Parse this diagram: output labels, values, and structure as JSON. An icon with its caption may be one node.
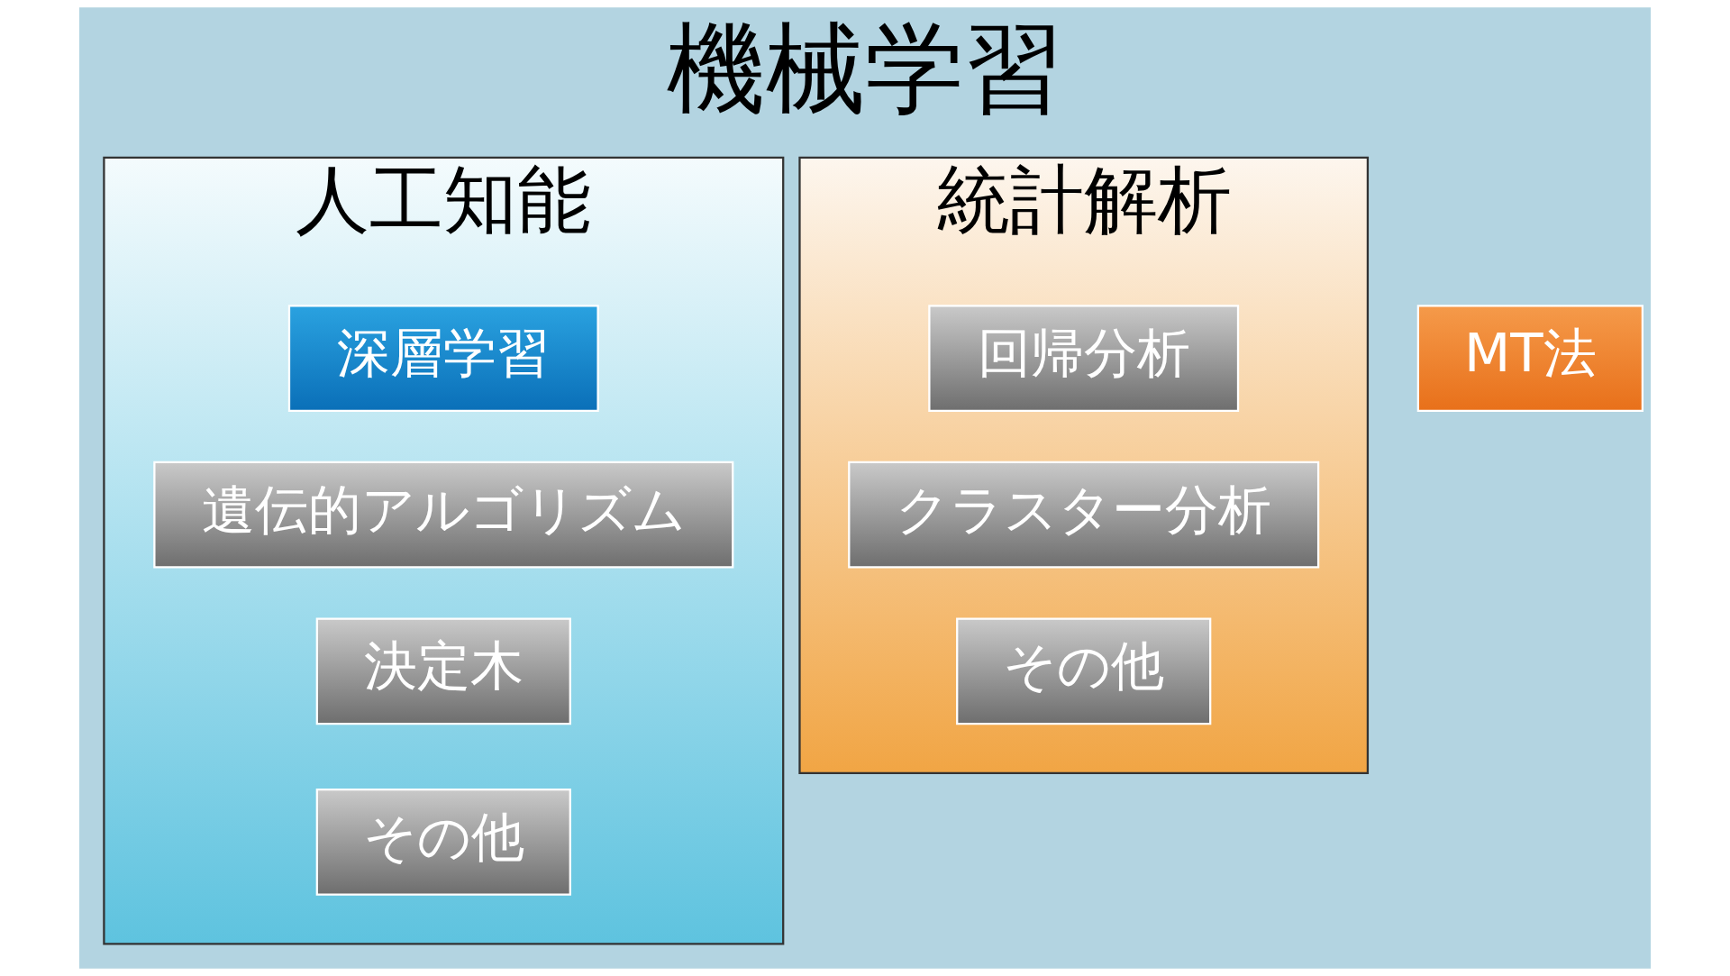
{
  "diagram": {
    "title": "機械学習",
    "nodes": [
      {
        "text": [
          "人工知能"
        ]
      },
      {
        "text": [
          "統計解析"
        ]
      },
      {
        "text": [
          "深層学習"
        ],
        "in": 0
      },
      {
        "text": [
          "MT法"
        ]
      },
      {
        "text": [
          "遺伝的アルゴリズム"
        ],
        "in": 0
      },
      {
        "text": [
          "決定木"
        ],
        "in": 0
      },
      {
        "text": [
          "その他"
        ],
        "in": 0
      },
      {
        "text": [
          "回帰分析"
        ],
        "in": 1
      },
      {
        "text": [
          "クラスター分析"
        ],
        "in": 1
      },
      {
        "text": [
          "その他"
        ],
        "in": 1
      }
    ],
    "edges": []
  }
}
